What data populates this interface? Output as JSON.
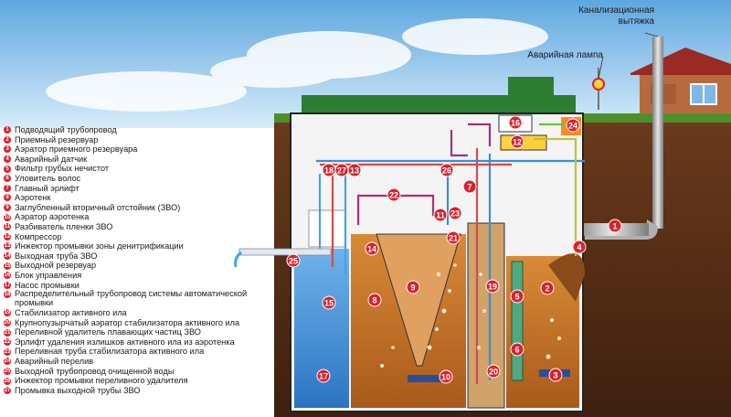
{
  "callouts": {
    "vent_stack": "Канализационная вытяжка",
    "alarm_lamp": "Аварийная лампа"
  },
  "legend": [
    {
      "num": "1",
      "text": "Подводящий трубопровод"
    },
    {
      "num": "2",
      "text": "Приемный резервуар"
    },
    {
      "num": "3",
      "text": "Аэратор приемного резервуара"
    },
    {
      "num": "4",
      "text": "Аварийный датчик"
    },
    {
      "num": "5",
      "text": "Фильтр грубых нечистот"
    },
    {
      "num": "6",
      "text": "Уловитель волос"
    },
    {
      "num": "7",
      "text": "Главный эрлифт"
    },
    {
      "num": "8",
      "text": "Аэротенк"
    },
    {
      "num": "9",
      "text": "Заглубленный вторичный отстойник (ЗВО)"
    },
    {
      "num": "10",
      "text": "Аэратор аэротенка"
    },
    {
      "num": "11",
      "text": "Разбиватель пленки ЗВО"
    },
    {
      "num": "12",
      "text": "Компрессор"
    },
    {
      "num": "13",
      "text": "Инжектор промывки зоны денитрификации"
    },
    {
      "num": "14",
      "text": "Выходная труба ЗВО"
    },
    {
      "num": "15",
      "text": "Выходной резервуар"
    },
    {
      "num": "16",
      "text": "Блок управления"
    },
    {
      "num": "17",
      "text": "Насос промывки"
    },
    {
      "num": "18",
      "text": "Распределительный трубопровод системы автоматической промывки"
    },
    {
      "num": "19",
      "text": "Стабилизатор активного ила"
    },
    {
      "num": "20",
      "text": "Крупнопузырчатый аэратор стабилизатора активного ила"
    },
    {
      "num": "21",
      "text": "Переливной удалитель плавающих частиц ЗВО"
    },
    {
      "num": "22",
      "text": "Эрлифт удаления излишков активного ила из аэротенка"
    },
    {
      "num": "23",
      "text": "Переливная труба стабилизатора активного ила"
    },
    {
      "num": "24",
      "text": "Аварийный перелив"
    },
    {
      "num": "25",
      "text": "Выходной трубопровод очищенной воды"
    },
    {
      "num": "26",
      "text": "Инжектор промывки переливного удалителя"
    },
    {
      "num": "27",
      "text": "Промывка выходной трубы ЗВО"
    }
  ],
  "markers": [
    "1",
    "2",
    "3",
    "4",
    "5",
    "6",
    "7",
    "8",
    "9",
    "10",
    "11",
    "12",
    "13",
    "14",
    "15",
    "16",
    "17",
    "18",
    "19",
    "20",
    "21",
    "22",
    "23",
    "24",
    "25",
    "26",
    "27"
  ],
  "colors": {
    "sky": "#8fc3ea",
    "soil": "#5a2f17",
    "sludge": "#c97a2c",
    "clean_water": "#3e8fd8",
    "lid": "#2e7d32",
    "house_brick": "#b86a3f",
    "label_red": "#d9232e",
    "pipe_grey": "#a9a9a9"
  }
}
